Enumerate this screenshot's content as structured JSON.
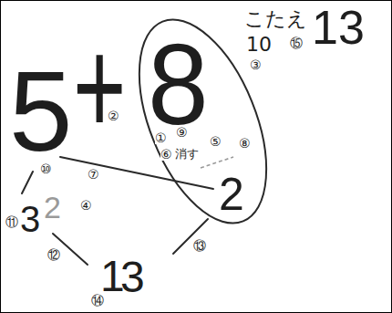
{
  "diagram": {
    "nodes": [
      {
        "text": [
          "8",
          "2"
        ]
      }
    ],
    "labels": [
      "5",
      "+",
      "10",
      "③",
      "こたえ",
      "13",
      "⑮",
      "②",
      "①",
      "⑨",
      "⑥",
      "消す",
      "⑤",
      "⑧",
      "⑦",
      "⑩",
      "④",
      "3",
      "2",
      "⑪",
      "⑫",
      "⑬",
      "1",
      "3",
      "⑭"
    ]
  }
}
